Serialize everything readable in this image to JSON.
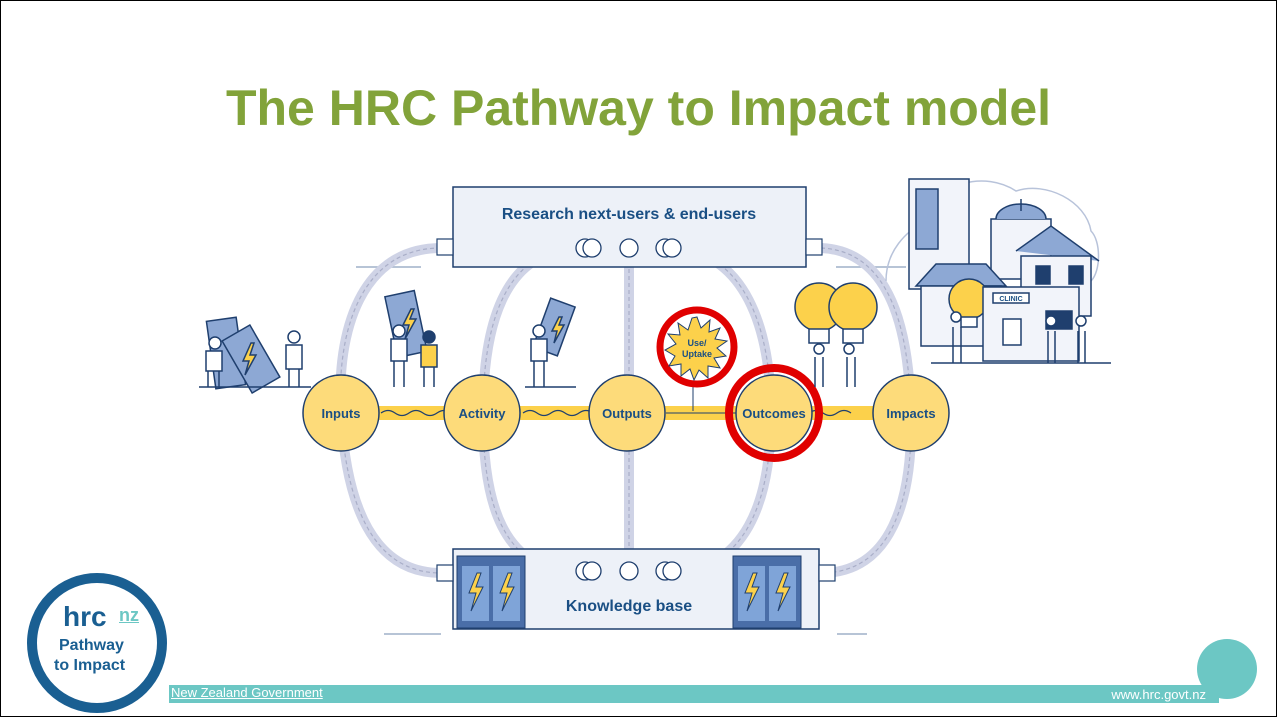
{
  "title": "The HRC Pathway to Impact model",
  "diagram": {
    "top_box": "Research next-users & end-users",
    "bottom_box": "Knowledge base",
    "nodes": [
      "Inputs",
      "Activity",
      "Outputs",
      "Outcomes",
      "Impacts"
    ],
    "burst_line1": "Use/",
    "burst_line2": "Uptake",
    "clinic_sign": "CLINIC"
  },
  "logo": {
    "hrc": "hrc",
    "nz": "nz",
    "line1": "Pathway",
    "line2": "to Impact"
  },
  "footer": {
    "government": "New Zealand Government",
    "url": "www.hrc.govt.nz"
  },
  "colors": {
    "title": "#82a33a",
    "node_fill": "#fddb7a",
    "text_blue": "#1a4f84",
    "highlight_red": "#e00000",
    "teal": "#6cc7c4"
  }
}
